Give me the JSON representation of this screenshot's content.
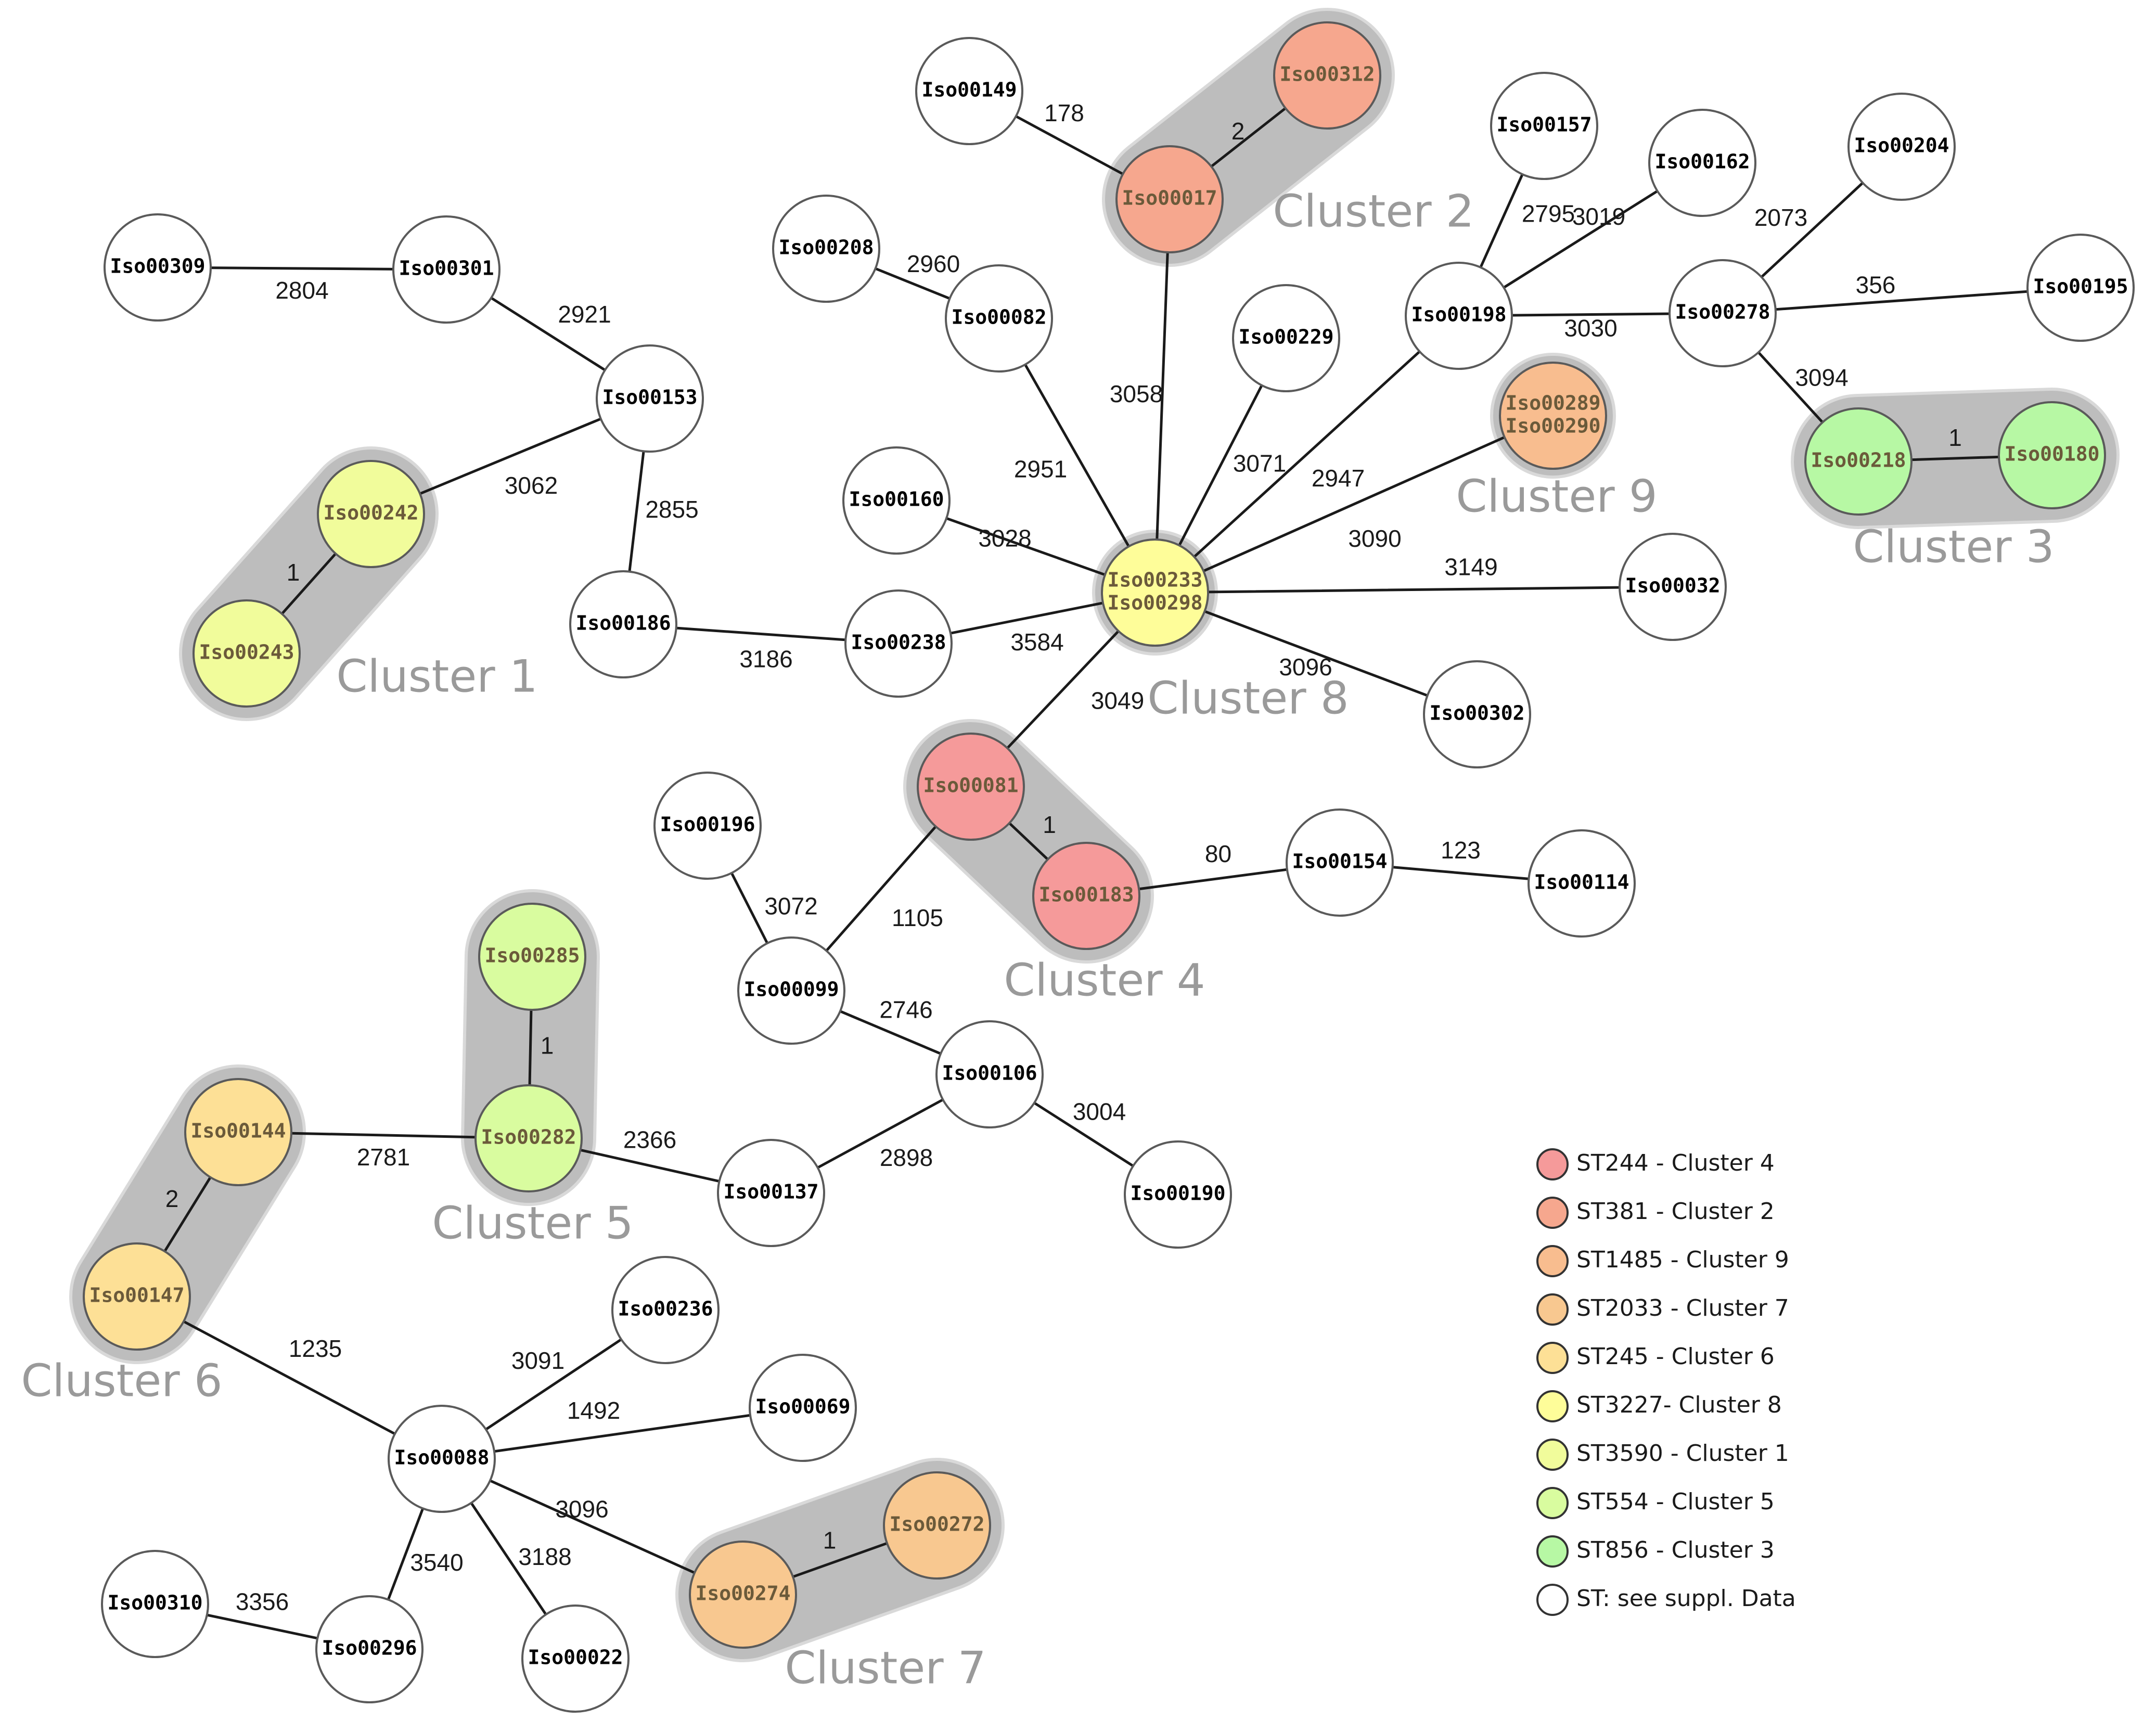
{
  "colors": {
    "red": "#f59a9a",
    "salmon": "#f6a78e",
    "peach": "#f8bd8f",
    "orange": "#f8c890",
    "lightorange": "#fde096",
    "yellow": "#fefd99",
    "lime": "#f1fc9b",
    "lightgreen": "#d9fc9f",
    "green": "#b7f8a4",
    "white": "#ffffff",
    "text_colored": "#6b5a3a",
    "text_default": "#000000"
  },
  "nodes": [
    {
      "id": "n1",
      "label": "Iso00309",
      "color": "white"
    },
    {
      "id": "n2",
      "label": "Iso00301",
      "color": "white"
    },
    {
      "id": "n3",
      "label": "Iso00153",
      "color": "white"
    },
    {
      "id": "n4",
      "label": "Iso00242",
      "color": "lime"
    },
    {
      "id": "n5",
      "label": "Iso00243",
      "color": "lime"
    },
    {
      "id": "n6",
      "label": "Iso00186",
      "color": "white"
    },
    {
      "id": "n7",
      "label": "Iso00238",
      "color": "white"
    },
    {
      "id": "n8",
      "label": "Iso00149",
      "color": "white"
    },
    {
      "id": "n9",
      "label": "Iso00312",
      "color": "salmon"
    },
    {
      "id": "n10",
      "label": "Iso00017",
      "color": "salmon"
    },
    {
      "id": "n11",
      "label": "Iso00208",
      "color": "white"
    },
    {
      "id": "n12",
      "label": "Iso00082",
      "color": "white"
    },
    {
      "id": "n13",
      "label": "Iso00160",
      "color": "white"
    },
    {
      "id": "n14",
      "label": "Iso00229",
      "color": "white"
    },
    {
      "id": "n15",
      "label": [
        "Iso00233",
        "Iso00298"
      ],
      "color": "yellow"
    },
    {
      "id": "n16",
      "label": "Iso00157",
      "color": "white"
    },
    {
      "id": "n17",
      "label": "Iso00162",
      "color": "white"
    },
    {
      "id": "n18",
      "label": "Iso00198",
      "color": "white"
    },
    {
      "id": "n19",
      "label": [
        "Iso00289",
        "Iso00290"
      ],
      "color": "peach"
    },
    {
      "id": "n20",
      "label": "Iso00204",
      "color": "white"
    },
    {
      "id": "n21",
      "label": "Iso00278",
      "color": "white"
    },
    {
      "id": "n22",
      "label": "Iso00195",
      "color": "white"
    },
    {
      "id": "n23",
      "label": "Iso00218",
      "color": "green"
    },
    {
      "id": "n24",
      "label": "Iso00180",
      "color": "green"
    },
    {
      "id": "n25",
      "label": "Iso00032",
      "color": "white"
    },
    {
      "id": "n26",
      "label": "Iso00302",
      "color": "white"
    },
    {
      "id": "n27",
      "label": "Iso00081",
      "color": "red"
    },
    {
      "id": "n28",
      "label": "Iso00183",
      "color": "red"
    },
    {
      "id": "n29",
      "label": "Iso00154",
      "color": "white"
    },
    {
      "id": "n30",
      "label": "Iso00114",
      "color": "white"
    },
    {
      "id": "n31",
      "label": "Iso00196",
      "color": "white"
    },
    {
      "id": "n32",
      "label": "Iso00099",
      "color": "white"
    },
    {
      "id": "n33",
      "label": "Iso00106",
      "color": "white"
    },
    {
      "id": "n34",
      "label": "Iso00137",
      "color": "white"
    },
    {
      "id": "n35",
      "label": "Iso00190",
      "color": "white"
    },
    {
      "id": "n36",
      "label": "Iso00285",
      "color": "lightgreen"
    },
    {
      "id": "n37",
      "label": "Iso00282",
      "color": "lightgreen"
    },
    {
      "id": "n38",
      "label": "Iso00144",
      "color": "lightorange"
    },
    {
      "id": "n39",
      "label": "Iso00147",
      "color": "lightorange"
    },
    {
      "id": "n40",
      "label": "Iso00236",
      "color": "white"
    },
    {
      "id": "n41",
      "label": "Iso00069",
      "color": "white"
    },
    {
      "id": "n42",
      "label": "Iso00088",
      "color": "white"
    },
    {
      "id": "n43",
      "label": "Iso00272",
      "color": "orange"
    },
    {
      "id": "n44",
      "label": "Iso00274",
      "color": "orange"
    },
    {
      "id": "n45",
      "label": "Iso00310",
      "color": "white"
    },
    {
      "id": "n46",
      "label": "Iso00296",
      "color": "white"
    },
    {
      "id": "n47",
      "label": "Iso00022",
      "color": "white"
    }
  ],
  "edges": [
    {
      "from": "n1",
      "to": "n2",
      "label": "2804"
    },
    {
      "from": "n2",
      "to": "n3",
      "label": "2921"
    },
    {
      "from": "n3",
      "to": "n4",
      "label": "3062"
    },
    {
      "from": "n4",
      "to": "n5",
      "label": "1"
    },
    {
      "from": "n3",
      "to": "n6",
      "label": "2855"
    },
    {
      "from": "n6",
      "to": "n7",
      "label": "3186"
    },
    {
      "from": "n7",
      "to": "n15",
      "label": "3584"
    },
    {
      "from": "n8",
      "to": "n10",
      "label": "178"
    },
    {
      "from": "n10",
      "to": "n9",
      "label": "2"
    },
    {
      "from": "n10",
      "to": "n15",
      "label": "3058"
    },
    {
      "from": "n11",
      "to": "n12",
      "label": "2960"
    },
    {
      "from": "n12",
      "to": "n15",
      "label": "2951"
    },
    {
      "from": "n13",
      "to": "n15",
      "label": "3028"
    },
    {
      "from": "n14",
      "to": "n15",
      "label": "3071"
    },
    {
      "from": "n18",
      "to": "n15",
      "label": "2947"
    },
    {
      "from": "n19",
      "to": "n15",
      "label": "3090"
    },
    {
      "from": "n15",
      "to": "n25",
      "label": "3149"
    },
    {
      "from": "n15",
      "to": "n26",
      "label": "3096"
    },
    {
      "from": "n15",
      "to": "n27",
      "label": "3049"
    },
    {
      "from": "n16",
      "to": "n18",
      "label": "2795"
    },
    {
      "from": "n17",
      "to": "n18",
      "label": "3019"
    },
    {
      "from": "n18",
      "to": "n21",
      "label": "3030"
    },
    {
      "from": "n20",
      "to": "n21",
      "label": "2073"
    },
    {
      "from": "n21",
      "to": "n22",
      "label": "356"
    },
    {
      "from": "n21",
      "to": "n23",
      "label": "3094"
    },
    {
      "from": "n23",
      "to": "n24",
      "label": "1"
    },
    {
      "from": "n27",
      "to": "n28",
      "label": "1"
    },
    {
      "from": "n28",
      "to": "n29",
      "label": "80"
    },
    {
      "from": "n29",
      "to": "n30",
      "label": "123"
    },
    {
      "from": "n27",
      "to": "n32",
      "label": "1105"
    },
    {
      "from": "n31",
      "to": "n32",
      "label": "3072"
    },
    {
      "from": "n32",
      "to": "n33",
      "label": "2746"
    },
    {
      "from": "n33",
      "to": "n34",
      "label": "2898"
    },
    {
      "from": "n33",
      "to": "n35",
      "label": "3004"
    },
    {
      "from": "n37",
      "to": "n34",
      "label": "2366"
    },
    {
      "from": "n36",
      "to": "n37",
      "label": "1"
    },
    {
      "from": "n38",
      "to": "n37",
      "label": "2781"
    },
    {
      "from": "n38",
      "to": "n39",
      "label": "2"
    },
    {
      "from": "n39",
      "to": "n42",
      "label": "1235"
    },
    {
      "from": "n42",
      "to": "n40",
      "label": "3091"
    },
    {
      "from": "n42",
      "to": "n41",
      "label": "1492"
    },
    {
      "from": "n42",
      "to": "n44",
      "label": "3096"
    },
    {
      "from": "n44",
      "to": "n43",
      "label": "1"
    },
    {
      "from": "n42",
      "to": "n46",
      "label": "3540"
    },
    {
      "from": "n42",
      "to": "n47",
      "label": "3188"
    },
    {
      "from": "n45",
      "to": "n46",
      "label": "3356"
    }
  ],
  "clusters": [
    {
      "label": "Cluster 1",
      "members": [
        "n4",
        "n5"
      ]
    },
    {
      "label": "Cluster 2",
      "members": [
        "n10",
        "n9"
      ]
    },
    {
      "label": "Cluster 3",
      "members": [
        "n23",
        "n24"
      ]
    },
    {
      "label": "Cluster 4",
      "members": [
        "n27",
        "n28"
      ]
    },
    {
      "label": "Cluster 5",
      "members": [
        "n36",
        "n37"
      ]
    },
    {
      "label": "Cluster 6",
      "members": [
        "n38",
        "n39"
      ]
    },
    {
      "label": "Cluster 7",
      "members": [
        "n44",
        "n43"
      ]
    },
    {
      "label": "Cluster 8",
      "members": [
        "n15"
      ]
    },
    {
      "label": "Cluster 9",
      "members": [
        "n19"
      ]
    }
  ],
  "legend": [
    {
      "color": "red",
      "text": "ST244 - Cluster 4"
    },
    {
      "color": "salmon",
      "text": "ST381 - Cluster 2"
    },
    {
      "color": "peach",
      "text": "ST1485 - Cluster 9"
    },
    {
      "color": "orange",
      "text": "ST2033 - Cluster 7"
    },
    {
      "color": "lightorange",
      "text": "ST245 - Cluster 6"
    },
    {
      "color": "yellow",
      "text": "ST3227-  Cluster 8"
    },
    {
      "color": "lime",
      "text": "ST3590 - Cluster 1"
    },
    {
      "color": "lightgreen",
      "text": "ST554 - Cluster 5"
    },
    {
      "color": "green",
      "text": "ST856 - Cluster 3"
    },
    {
      "color": "white",
      "text": "ST: see suppl. Data"
    }
  ]
}
